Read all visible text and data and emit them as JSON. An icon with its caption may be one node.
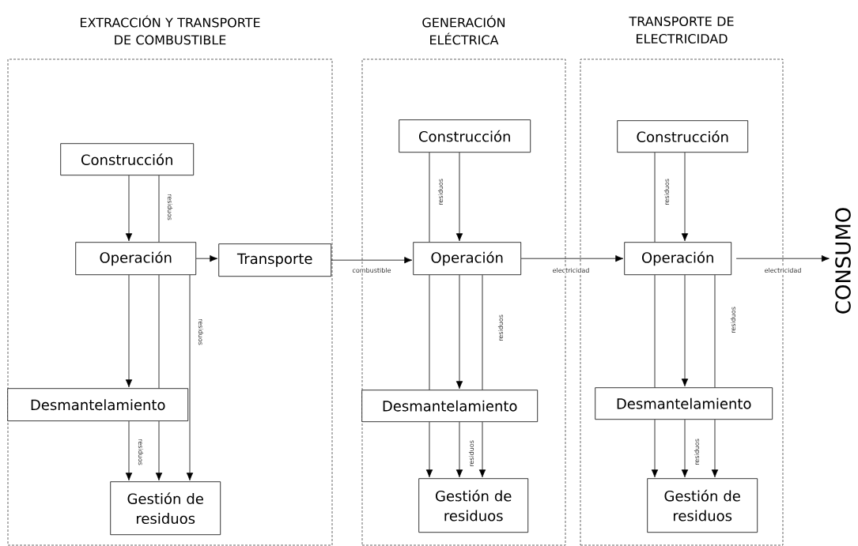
{
  "diagram": {
    "nodes": [
      {
        "text": [
          "EXTRACCIÓN Y TRANSPORTE DE COMBUSTIBLE"
        ]
      },
      {
        "text": [
          "Construcción"
        ],
        "in": 0
      },
      {
        "text": [
          "Operación"
        ],
        "in": 0
      },
      {
        "text": [
          "Transporte"
        ],
        "in": 0
      },
      {
        "text": [
          "Desmantelamiento"
        ],
        "in": 0
      },
      {
        "text": [
          "Gestión de residuos"
        ],
        "in": 0
      },
      {
        "text": [
          "GENERACIÓN ELÉCTRICA"
        ]
      },
      {
        "text": [
          "Construcción"
        ],
        "in": 6
      },
      {
        "text": [
          "Operación"
        ],
        "in": 6
      },
      {
        "text": [
          "Desmantelamiento"
        ],
        "in": 6
      },
      {
        "text": [
          "Gestión de residuos"
        ],
        "in": 6
      },
      {
        "text": [
          "TRANSPORTE DE ELECTRICIDAD"
        ]
      },
      {
        "text": [
          "Construcción"
        ],
        "in": 11
      },
      {
        "text": [
          "Operación"
        ],
        "in": 11
      },
      {
        "text": [
          "Desmantelamiento"
        ],
        "in": 11
      },
      {
        "text": [
          "Gestión de residuos"
        ],
        "in": 11
      },
      {
        "text": [
          "CONSUMO"
        ]
      }
    ],
    "edges": [
      {
        "from": 1,
        "to": 2,
        "arrow": "to"
      },
      {
        "from": 1,
        "to": 2,
        "arrow": "none",
        "label": "residuos"
      },
      {
        "from": 2,
        "to": 4,
        "arrow": "to"
      },
      {
        "from": 2,
        "to": 4,
        "arrow": "none"
      },
      {
        "from": 2,
        "to": 5,
        "arrow": "to",
        "label": "residuos"
      },
      {
        "from": 4,
        "to": 5,
        "arrow": "to",
        "label": "residuos"
      },
      {
        "from": 4,
        "to": 5,
        "arrow": "to"
      },
      {
        "from": 2,
        "to": 3,
        "arrow": "to"
      },
      {
        "from": 3,
        "to": 8,
        "arrow": "to",
        "label": "combustible"
      },
      {
        "from": 7,
        "to": 8,
        "arrow": "to"
      },
      {
        "from": 7,
        "to": 8,
        "arrow": "none",
        "label": "residuos"
      },
      {
        "from": 8,
        "to": 9,
        "arrow": "none"
      },
      {
        "from": 8,
        "to": 9,
        "arrow": "to"
      },
      {
        "from": 8,
        "to": 9,
        "arrow": "none",
        "label": "residuos"
      },
      {
        "from": 9,
        "to": 10,
        "arrow": "to"
      },
      {
        "from": 9,
        "to": 10,
        "arrow": "to",
        "label": "residuos"
      },
      {
        "from": 9,
        "to": 10,
        "arrow": "to"
      },
      {
        "from": 8,
        "to": 13,
        "arrow": "to",
        "label": "electricidad"
      },
      {
        "from": 12,
        "to": 13,
        "arrow": "to"
      },
      {
        "from": 12,
        "to": 13,
        "arrow": "none",
        "label": "residuos"
      },
      {
        "from": 13,
        "to": 14,
        "arrow": "none"
      },
      {
        "from": 13,
        "to": 14,
        "arrow": "to"
      },
      {
        "from": 13,
        "to": 14,
        "arrow": "none",
        "label": "residuos"
      },
      {
        "from": 14,
        "to": 15,
        "arrow": "to"
      },
      {
        "from": 14,
        "to": 15,
        "arrow": "to",
        "label": "residuos"
      },
      {
        "from": 14,
        "to": 15,
        "arrow": "to"
      },
      {
        "from": 13,
        "to": 16,
        "arrow": "to",
        "label": "electricidad"
      }
    ]
  }
}
